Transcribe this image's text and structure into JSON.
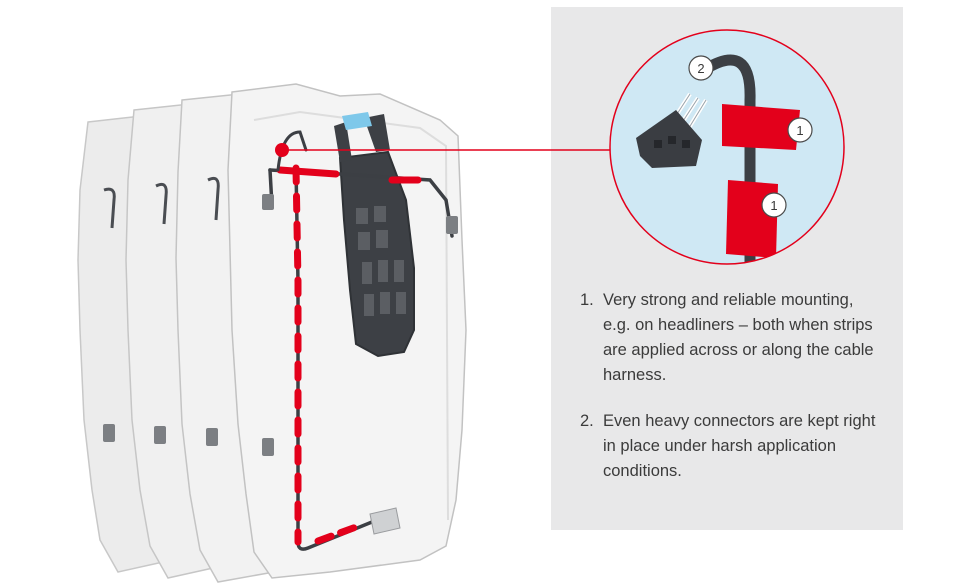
{
  "notes": [
    {
      "number": "1.",
      "text": "Very strong and reliable mounting, e.g. on headliners – both when strips are applied across or along the cable harness."
    },
    {
      "number": "2.",
      "text": "Even heavy connectors are kept right in place under harsh application conditions."
    }
  ],
  "callouts": {
    "tape_badge": "1",
    "connector_badge": "2"
  },
  "colors": {
    "accent_red": "#e3001b",
    "panel_gray": "#e8e8e9",
    "zoom_background": "#cfe8f4",
    "harness": "#3c3f44"
  }
}
